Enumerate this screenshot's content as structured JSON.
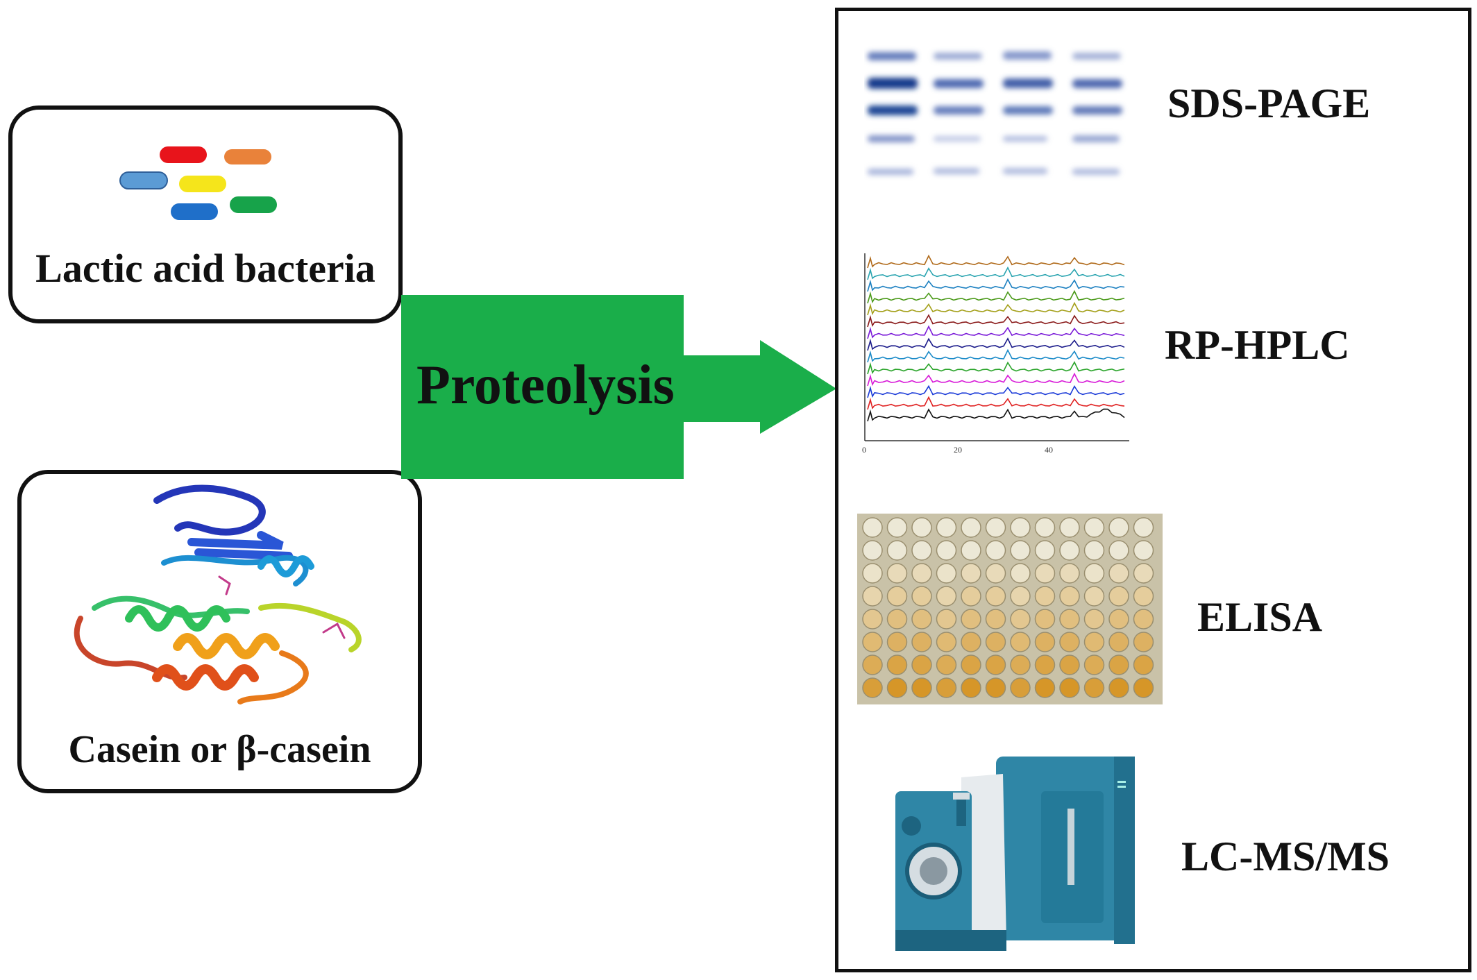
{
  "inputs": {
    "bacteria_label": "Lactic acid bacteria",
    "casein_label": "Casein  or  β-casein"
  },
  "process": {
    "label": "Proteolysis",
    "arrow_color": "#1aae4a"
  },
  "methods": [
    {
      "label": "SDS-PAGE"
    },
    {
      "label": "RP-HPLC"
    },
    {
      "label": "ELISA"
    },
    {
      "label": "LC-MS/MS"
    }
  ],
  "hplc_axis_ticks": [
    "0",
    "20",
    "40"
  ],
  "bacteria_colors": [
    "#e8141b",
    "#e9823a",
    "#5b9bd5",
    "#f5e51b",
    "#1f6fc9",
    "#17a34a"
  ]
}
